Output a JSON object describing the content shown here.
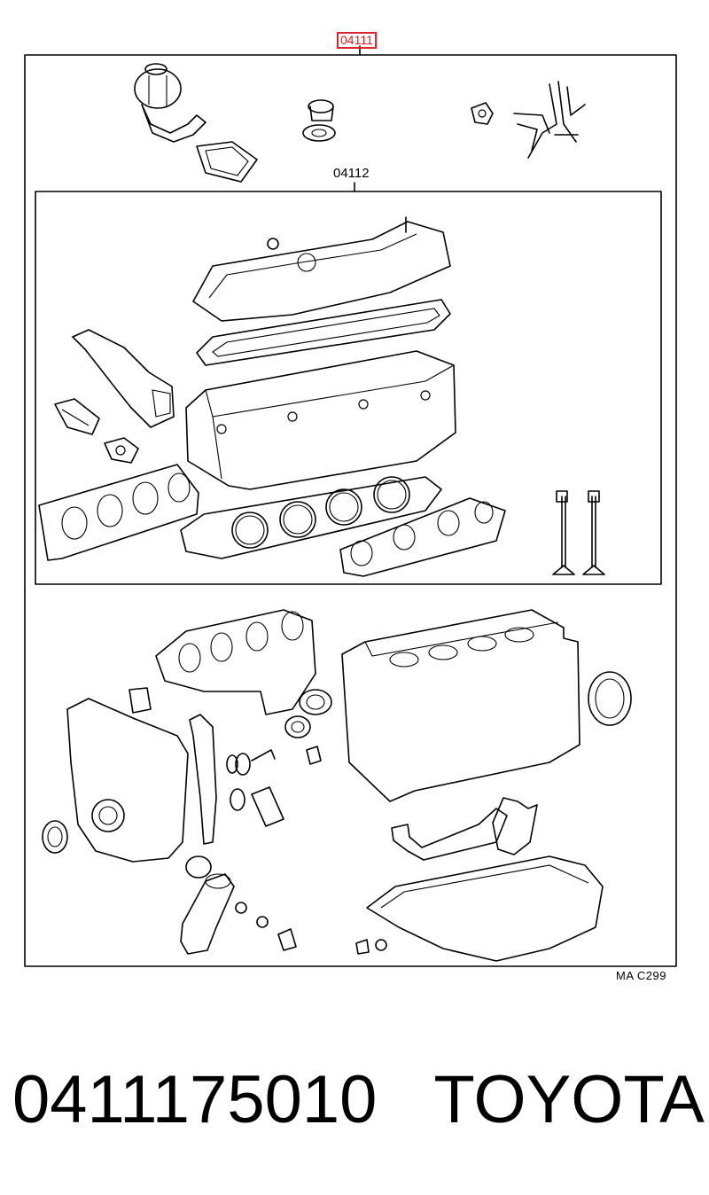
{
  "diagram": {
    "outer_label": "04111",
    "inner_label": "04112",
    "code": "MA  C299"
  },
  "footer": {
    "part_number": "0411175010",
    "brand": "TOYOTA"
  },
  "colors": {
    "highlight": "#d9262c",
    "line": "#000000"
  }
}
